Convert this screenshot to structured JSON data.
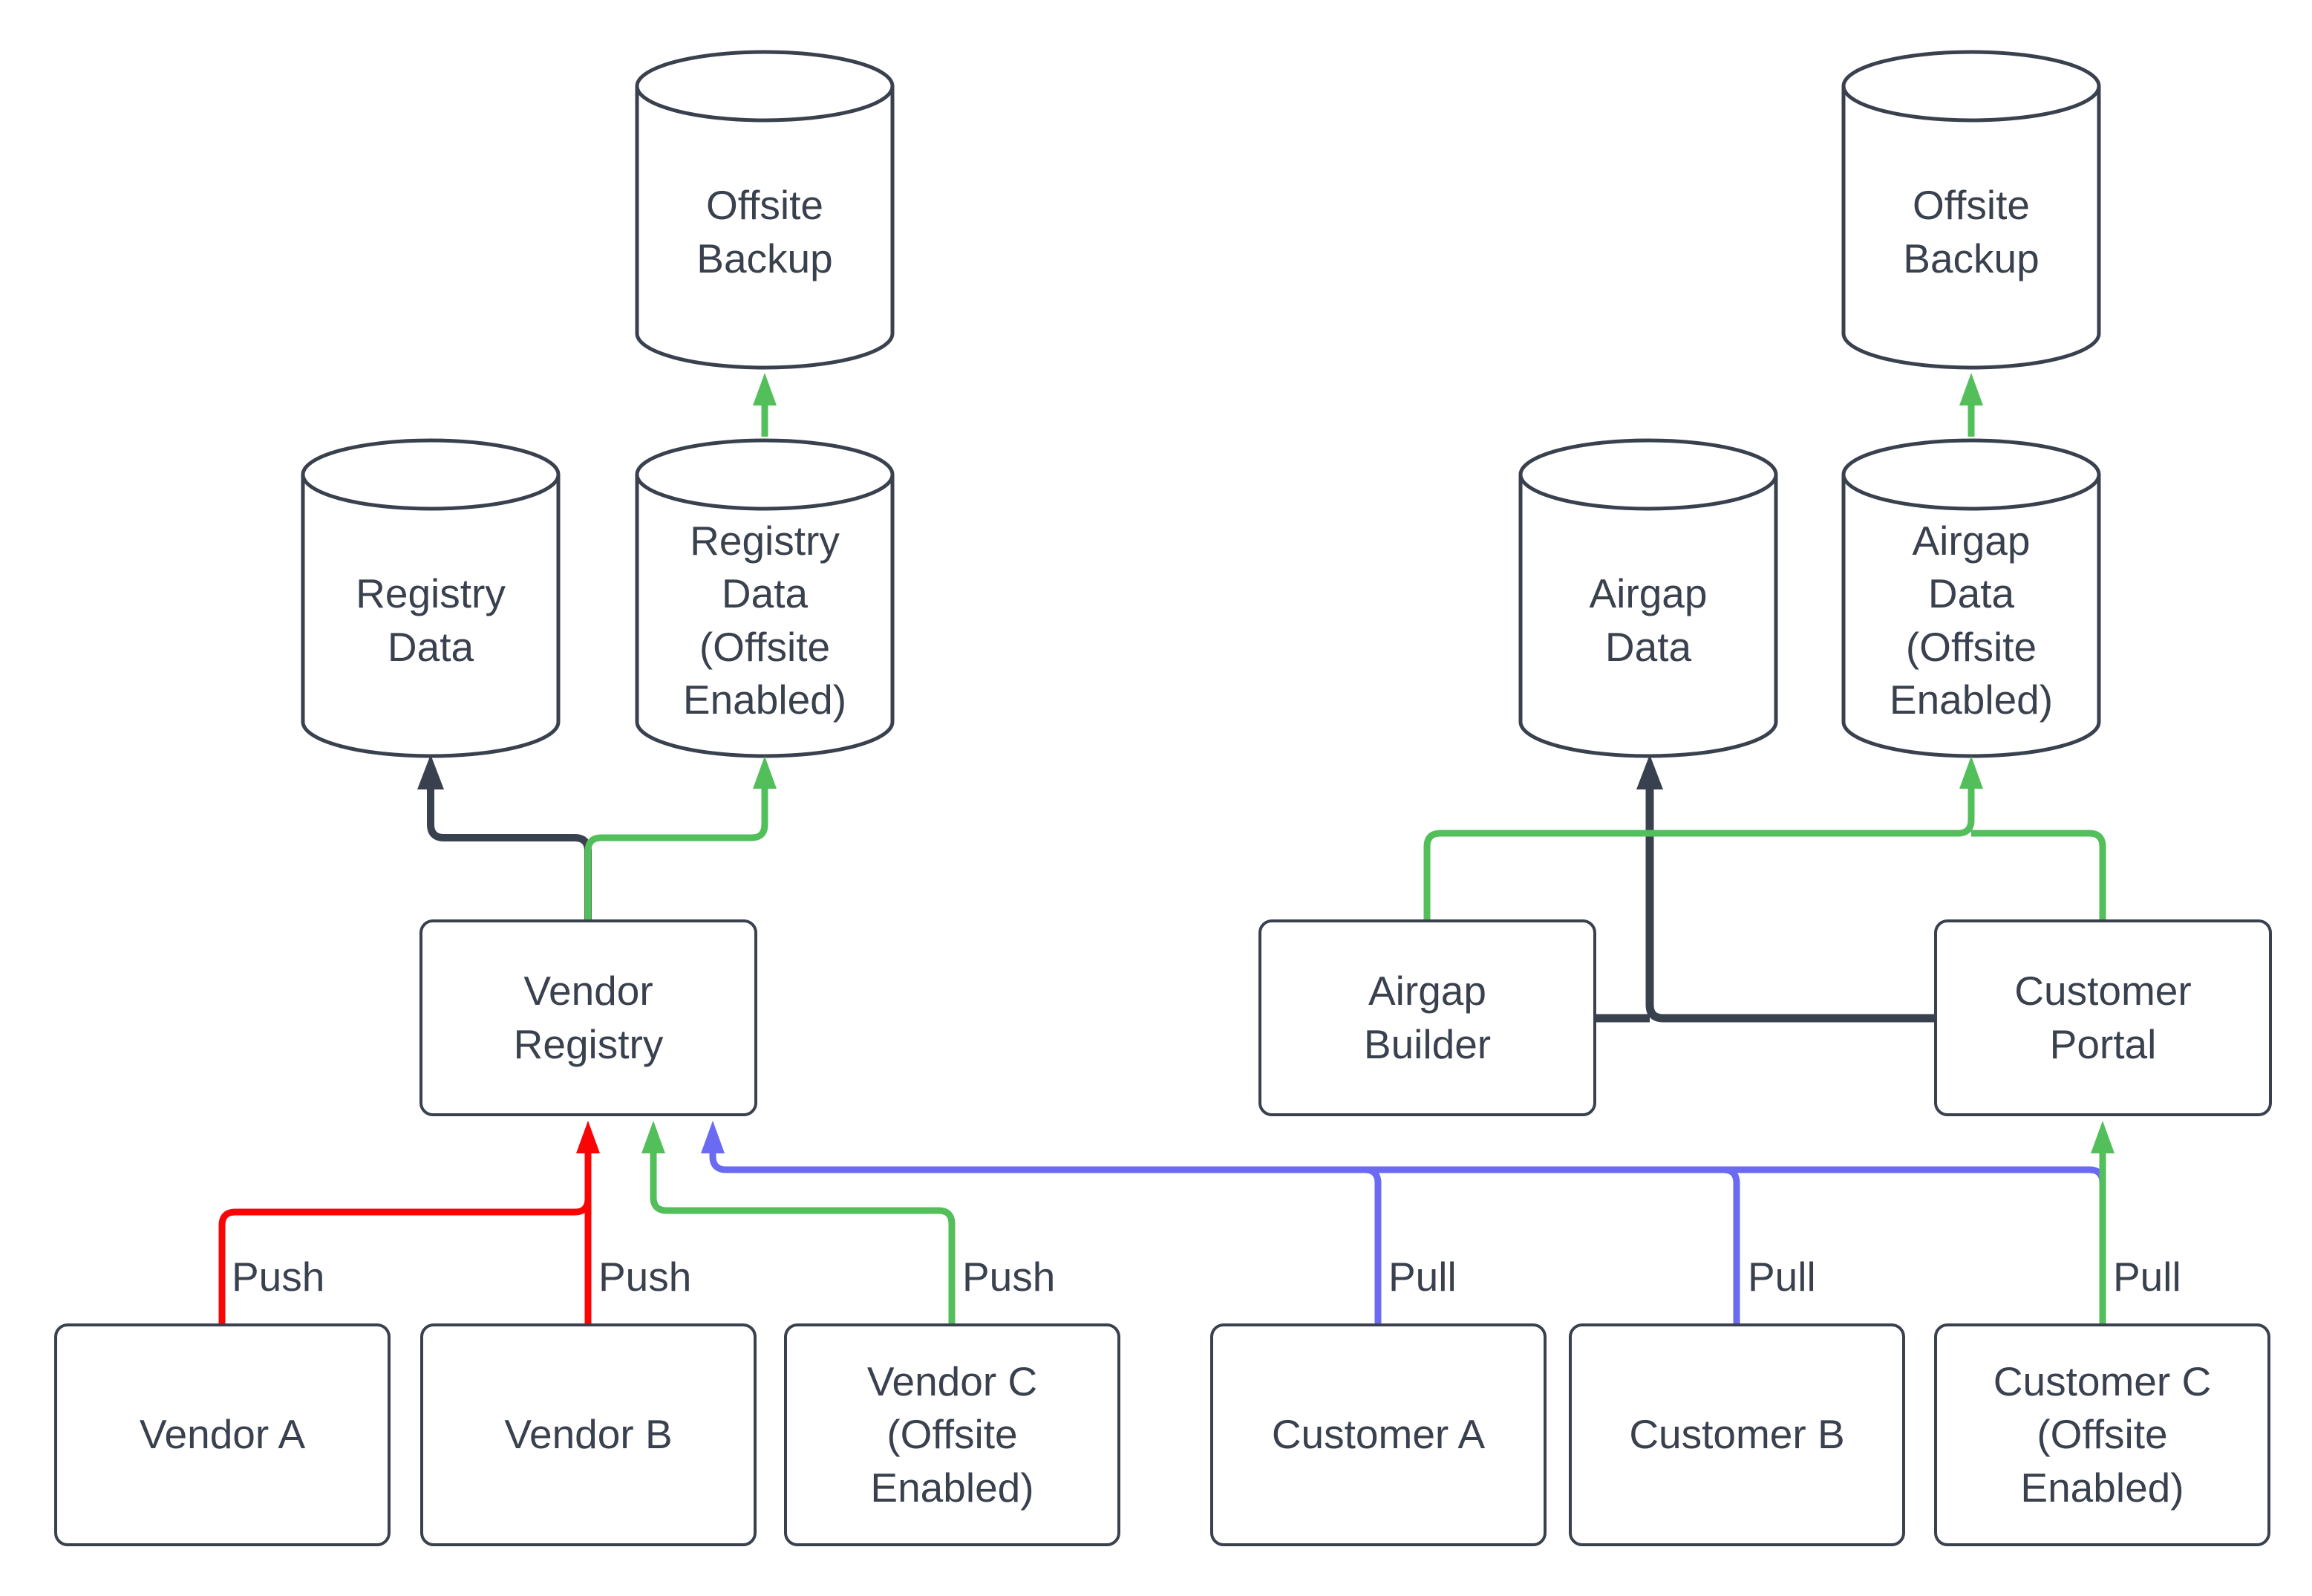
{
  "diagram": {
    "background": "#ffffff",
    "colors": {
      "outline": "#3a414e",
      "text": "#3a414e",
      "dark": "#3a414e",
      "red": "#fa0505",
      "green": "#53bf5b",
      "blue": "#6a6af2",
      "node_fill": "#ffffff"
    },
    "nodes": {
      "offsite_backup_left": {
        "label": "Offsite Backup",
        "shape": "cylinder"
      },
      "registry_data": {
        "label": "Registry Data",
        "shape": "cylinder"
      },
      "registry_data_offsite": {
        "label": "Registry Data (Offsite Enabled)",
        "shape": "cylinder"
      },
      "airgap_data": {
        "label": "Airgap Data",
        "shape": "cylinder"
      },
      "airgap_data_offsite": {
        "label": "Airgap Data (Offsite Enabled)",
        "shape": "cylinder"
      },
      "offsite_backup_right": {
        "label": "Offsite Backup",
        "shape": "cylinder"
      },
      "vendor_registry": {
        "label": "Vendor Registry",
        "shape": "box"
      },
      "airgap_builder": {
        "label": "Airgap Builder",
        "shape": "box"
      },
      "customer_portal": {
        "label": "Customer Portal",
        "shape": "box"
      },
      "vendor_a": {
        "label": "Vendor A",
        "shape": "box"
      },
      "vendor_b": {
        "label": "Vendor B",
        "shape": "box"
      },
      "vendor_c": {
        "label": "Vendor C (Offsite Enabled)",
        "shape": "box"
      },
      "customer_a": {
        "label": "Customer A",
        "shape": "box"
      },
      "customer_b": {
        "label": "Customer B",
        "shape": "box"
      },
      "customer_c": {
        "label": "Customer C (Offsite Enabled)",
        "shape": "box"
      }
    },
    "edge_labels": {
      "push_a": "Push",
      "push_b": "Push",
      "push_c": "Push",
      "pull_a": "Pull",
      "pull_b": "Pull",
      "pull_c": "Pull"
    },
    "edges": [
      {
        "from": "Vendor A",
        "to": "Vendor Registry",
        "label": "Push",
        "color": "red"
      },
      {
        "from": "Vendor B",
        "to": "Vendor Registry",
        "label": "Push",
        "color": "red"
      },
      {
        "from": "Vendor C (Offsite Enabled)",
        "to": "Vendor Registry",
        "label": "Push",
        "color": "green"
      },
      {
        "from": "Customer A",
        "to": "Vendor Registry",
        "label": "Pull",
        "color": "blue"
      },
      {
        "from": "Customer B",
        "to": "Vendor Registry",
        "label": "Pull",
        "color": "blue"
      },
      {
        "from": "Customer C (Offsite Enabled)",
        "to": "Vendor Registry",
        "label": "Pull",
        "color": "blue"
      },
      {
        "from": "Customer C (Offsite Enabled)",
        "to": "Customer Portal",
        "label": "Pull",
        "color": "green"
      },
      {
        "from": "Vendor Registry",
        "to": "Registry Data",
        "label": "",
        "color": "dark"
      },
      {
        "from": "Vendor Registry",
        "to": "Registry Data (Offsite Enabled)",
        "label": "",
        "color": "green"
      },
      {
        "from": "Registry Data (Offsite Enabled)",
        "to": "Offsite Backup",
        "label": "",
        "color": "green"
      },
      {
        "from": "Airgap Builder",
        "to": "Airgap Data",
        "label": "",
        "color": "dark"
      },
      {
        "from": "Customer Portal",
        "to": "Airgap Data",
        "label": "",
        "color": "dark"
      },
      {
        "from": "Airgap Builder",
        "to": "Airgap Data (Offsite Enabled)",
        "label": "",
        "color": "green"
      },
      {
        "from": "Customer Portal",
        "to": "Airgap Data (Offsite Enabled)",
        "label": "",
        "color": "green"
      },
      {
        "from": "Airgap Data (Offsite Enabled)",
        "to": "Offsite Backup",
        "label": "",
        "color": "green"
      }
    ]
  }
}
